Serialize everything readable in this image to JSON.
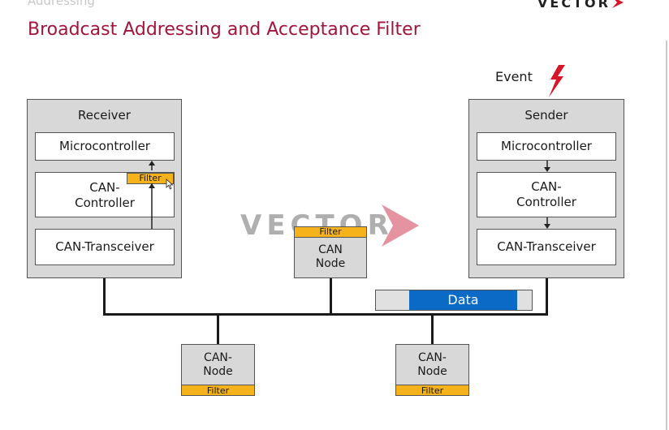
{
  "header": {
    "section": "Addressing",
    "title": "Broadcast Addressing and Acceptance Filter",
    "brand": "VECTOR"
  },
  "event_label": "Event",
  "receiver": {
    "title": "Receiver",
    "microcontroller": "Microcontroller",
    "controller": "CAN-\nController",
    "filter": "Filter",
    "transceiver": "CAN-Transceiver"
  },
  "sender": {
    "title": "Sender",
    "microcontroller": "Microcontroller",
    "controller": "CAN-\nController",
    "transceiver": "CAN-Transceiver"
  },
  "nodes": {
    "middle": {
      "label": "CAN\nNode",
      "filter": "Filter"
    },
    "bottom_left": {
      "label": "CAN-\nNode",
      "filter": "Filter"
    },
    "bottom_right": {
      "label": "CAN-\nNode",
      "filter": "Filter"
    }
  },
  "data_frame_label": "Data",
  "watermark": "VECTOR",
  "colors": {
    "title": "#a3143c",
    "filter": "#f5b21b",
    "data": "#0b6ac6",
    "event_bolt": "#d6172a",
    "node_bg": "#d8d8d8"
  }
}
